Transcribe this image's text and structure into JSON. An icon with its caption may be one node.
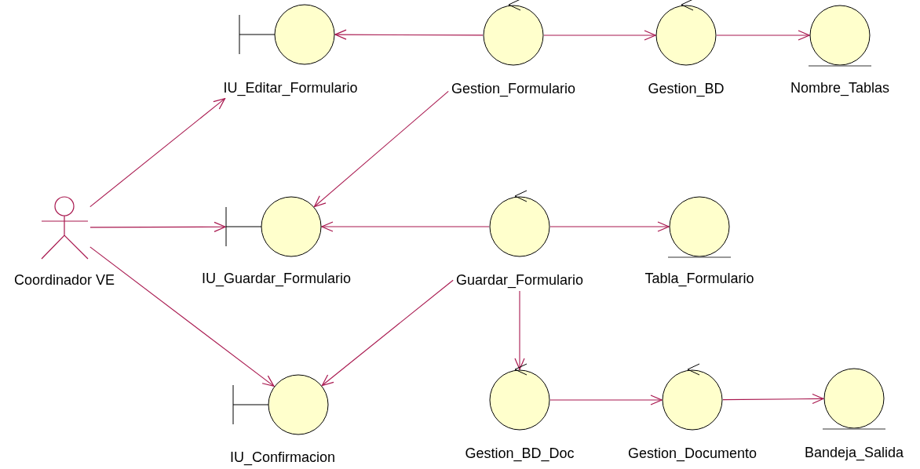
{
  "diagram": {
    "nodes": [
      {
        "text": [
          "Coordinador VE"
        ]
      },
      {
        "text": [
          "IU_Editar_Formulario"
        ]
      },
      {
        "text": [
          "Gestion_Formulario"
        ]
      },
      {
        "text": [
          "Gestion_BD"
        ]
      },
      {
        "text": [
          "Nombre_Tablas"
        ]
      },
      {
        "text": [
          "IU_Guardar_Formulario"
        ]
      },
      {
        "text": [
          "Guardar_Formulario"
        ]
      },
      {
        "text": [
          "Tabla_Formulario"
        ]
      },
      {
        "text": [
          "IU_Confirmacion"
        ]
      },
      {
        "text": [
          "Gestion_BD_Doc"
        ]
      },
      {
        "text": [
          "Gestion_Documento"
        ]
      },
      {
        "text": [
          "Bandeja_Salida"
        ]
      }
    ],
    "edges": [
      {
        "from": 0,
        "to": 1,
        "arrow": "to"
      },
      {
        "from": 0,
        "to": 5,
        "arrow": "to"
      },
      {
        "from": 0,
        "to": 8,
        "arrow": "to"
      },
      {
        "from": 2,
        "to": 1,
        "arrow": "to"
      },
      {
        "from": 2,
        "to": 3,
        "arrow": "to"
      },
      {
        "from": 3,
        "to": 4,
        "arrow": "to"
      },
      {
        "from": 2,
        "to": 5,
        "arrow": "to"
      },
      {
        "from": 6,
        "to": 5,
        "arrow": "to"
      },
      {
        "from": 6,
        "to": 7,
        "arrow": "to"
      },
      {
        "from": 6,
        "to": 8,
        "arrow": "to"
      },
      {
        "from": 6,
        "to": 9,
        "arrow": "to"
      },
      {
        "from": 9,
        "to": 10,
        "arrow": "to"
      },
      {
        "from": 10,
        "to": 11,
        "arrow": "to"
      }
    ]
  }
}
